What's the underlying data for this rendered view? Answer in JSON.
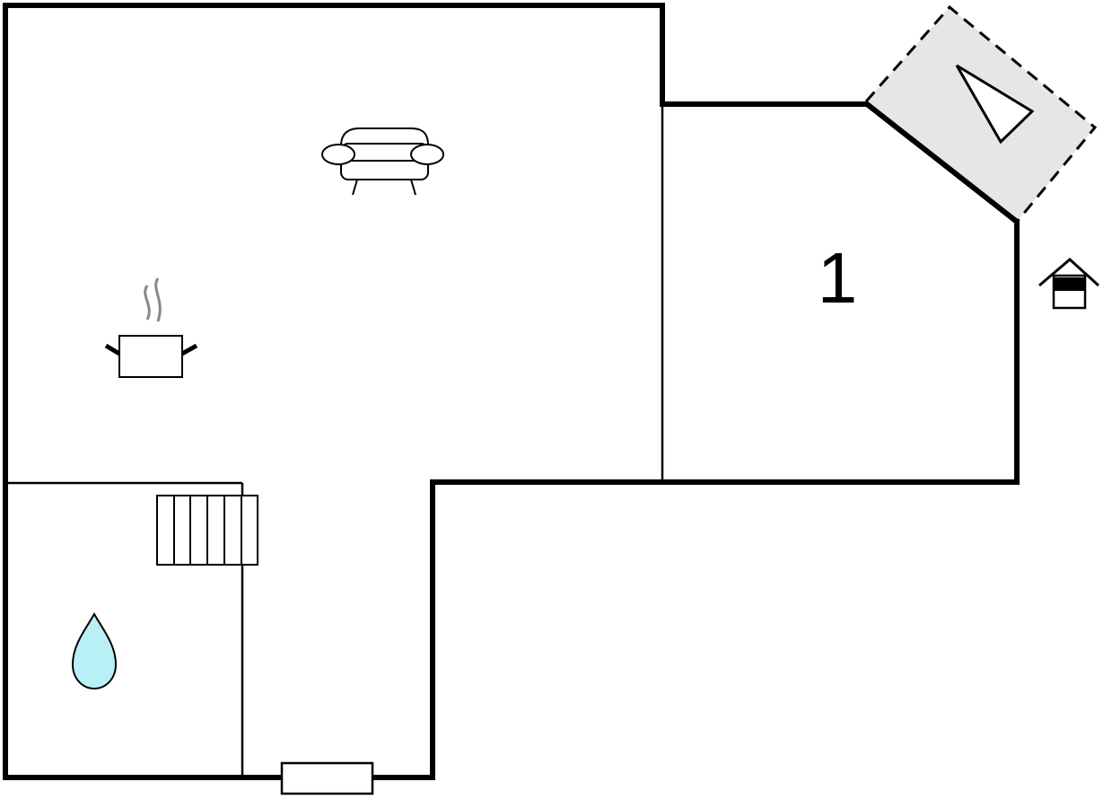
{
  "floorplan": {
    "rooms": [
      {
        "id": "bedroom",
        "number": "1"
      }
    ],
    "icons": [
      {
        "name": "sofa-icon",
        "meaning": "living-room"
      },
      {
        "name": "cooking-pot-icon",
        "meaning": "kitchen"
      },
      {
        "name": "water-drop-icon",
        "meaning": "bathroom"
      },
      {
        "name": "staircase-icon",
        "meaning": "stairs"
      },
      {
        "name": "house-entrance-icon",
        "meaning": "entrance"
      },
      {
        "name": "triangle-icon",
        "meaning": "balcony"
      },
      {
        "name": "radiator-icon",
        "meaning": "window"
      }
    ],
    "colors": {
      "wall": "#000000",
      "balcony_fill": "#e6e6e6",
      "water_drop": "#b8f0f5",
      "steam": "#888888"
    }
  }
}
